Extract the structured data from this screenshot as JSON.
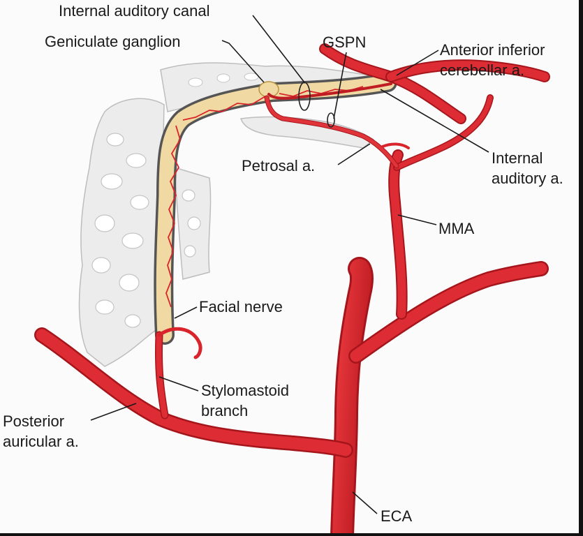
{
  "colors": {
    "artery": "#d9242b",
    "artery_dark": "#a5161c",
    "nerve": "#f0d9a2",
    "bone": "#e9e9e9",
    "bone_edge": "#b9b9b9",
    "background": "#fbfbfb"
  },
  "labels": {
    "internal_auditory_canal": "Internal auditory canal",
    "geniculate_ganglion": "Geniculate ganglion",
    "gspn": "GSPN",
    "anterior_inferior_cerebellar_1": "Anterior inferior",
    "anterior_inferior_cerebellar_2": "cerebellar a.",
    "internal_auditory_a_1": "Internal",
    "internal_auditory_a_2": "auditory a.",
    "petrosal_a": "Petrosal a.",
    "mma": "MMA",
    "facial_nerve": "Facial nerve",
    "stylomastoid_1": "Stylomastoid",
    "stylomastoid_2": "branch",
    "posterior_auricular_1": "Posterior",
    "posterior_auricular_2": "auricular a.",
    "eca": "ECA"
  }
}
